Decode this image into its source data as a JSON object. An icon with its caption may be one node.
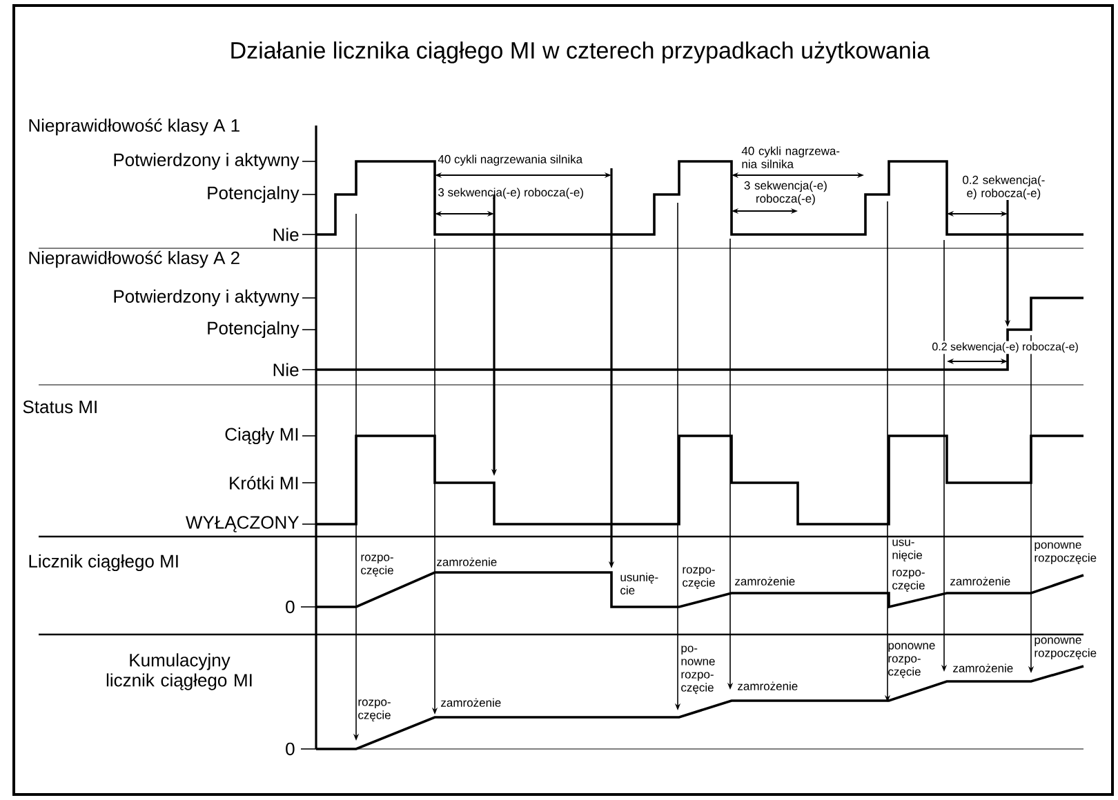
{
  "diagram": {
    "title": "Działanie licznika ciągłego MI w czterech przypadkach użytkowania",
    "labels": [
      "Nieprawidłowość klasy A 1",
      "Potwierdzony i aktywny",
      "40 cykli nagrzewania silnika",
      "40 cykli nagrzewa- nia silnika",
      "Potencjalny",
      "3 sekwencja(-e) robocza(-e)",
      "3 sekwencja(-e) robocza(-e)",
      "0.2 sekwencja(-e) robocza(-e)",
      "Nie",
      "Nieprawidłowość klasy A 2",
      "Potwierdzony i aktywny",
      "Potencjalny",
      "0.2 sekwencja(-e) robocza(-e)",
      "Nie",
      "Status MI",
      "Ciągły MI",
      "Krótki MI",
      "WYŁĄCZONY",
      "Licznik ciągłego MI",
      "usu- nięcie",
      "ponowne rozpoczęcie",
      "rozpo- częcie",
      "zamrożenie",
      "usunię- cie",
      "rozpo- częcie",
      "rozpo- częcie",
      "zamrożenie",
      "zamrożenie",
      "0",
      "Kumulacyjny licznik ciągłego MI",
      "ponowne rozpoczęcie",
      "ponowne rozpo- częcie",
      "po- nowne rozpo- częcie",
      "zamrożenie",
      "zamrożenie",
      "zamrożenie",
      "rozpo- częcie",
      "0"
    ]
  }
}
